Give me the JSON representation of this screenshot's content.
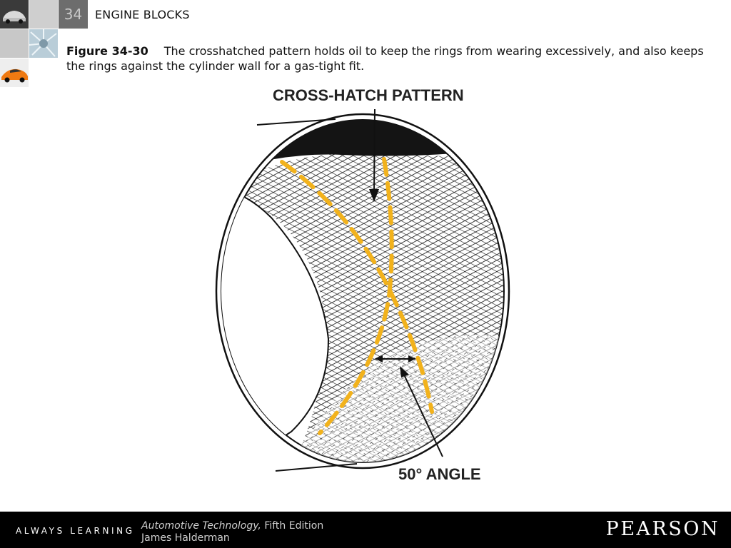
{
  "header": {
    "chapter_number": "34",
    "chapter_title": "ENGINE BLOCKS"
  },
  "caption": {
    "figure_label": "Figure 34-30",
    "text": "The crosshatched pattern holds oil to keep the rings from wearing excessively, and also keeps the rings against the cylinder wall for a gas-tight fit."
  },
  "figure": {
    "label_top": "CROSS-HATCH PATTERN",
    "label_bottom": "50° ANGLE",
    "accent_color": "#f2b21c"
  },
  "footer": {
    "tagline": "ALWAYS LEARNING",
    "book_title": "Automotive Technology,",
    "edition": "Fifth Edition",
    "author": "James Halderman",
    "publisher": "PEARSON"
  }
}
